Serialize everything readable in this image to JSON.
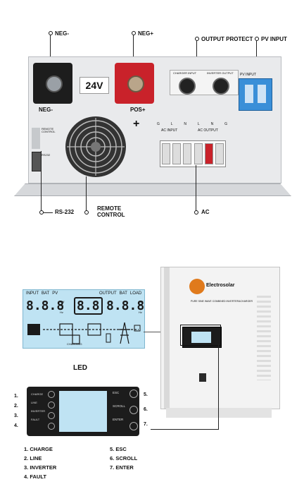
{
  "top_panel": {
    "callouts": {
      "neg_minus": "NEG-",
      "neg_plus": "NEG+",
      "output_protect": "OUTPUT PROTECT",
      "pv_input": "PV INPUT",
      "rs232": "RS-232",
      "remote_control": "REMOTE CONTROL",
      "ac": "AC"
    },
    "labels": {
      "voltage": "24V",
      "neg_bottom": "NEG-",
      "pos_bottom": "POS+",
      "plus_sign": "+",
      "charger_input": "CHARGER INPUT",
      "inverter_output": "INVERTER OUTPUT",
      "pv_input_small": "PV INPUT",
      "ac_input": "AC INPUT",
      "ac_output": "AC OUTPUT",
      "terminal_letters": [
        "G",
        "L",
        "N",
        "L",
        "N",
        "G"
      ],
      "remote_text": "REMOTE CONTROL",
      "rs232_small": "RS232"
    }
  },
  "lcd_large": {
    "headers_left": [
      "INPUT",
      "BAT",
      "PV"
    ],
    "headers_right": [
      "OUTPUT",
      "BAT",
      "LOAD"
    ],
    "digits_left": "8.8.8",
    "digits_center": "8.8",
    "digits_right": "8.8.8",
    "units_left": [
      "KW",
      "VA",
      "%",
      "Hz"
    ],
    "units_right": [
      "KW",
      "VA",
      "%",
      "Hz"
    ],
    "charging": "CHARGING",
    "caption": "LED"
  },
  "device": {
    "brand": "Electrosolar",
    "tagline": "PURE SINE WAVE COMBINED INVERTER&CHARGER"
  },
  "control_panel": {
    "left_numbers": [
      "1.",
      "2.",
      "3.",
      "4."
    ],
    "left_leds": [
      "CHARGE",
      "LINE",
      "INVERTER",
      "FAULT"
    ],
    "right_numbers": [
      "5.",
      "6.",
      "7."
    ],
    "right_buttons": [
      "ESC",
      "SCROLL",
      "ENTER"
    ]
  },
  "legend": {
    "left": [
      "1. CHARGE",
      "2. LINE",
      "3. INVERTER",
      "4. FAULT"
    ],
    "right": [
      "5. ESC",
      "6. SCROLL",
      "7. ENTER"
    ]
  },
  "colors": {
    "panel": "#e9eaec",
    "lcd": "#bfe3f3",
    "red_terminal": "#c9222a",
    "blue_terminal": "#3a8fd8",
    "black_terminal": "#1d1d1d"
  }
}
